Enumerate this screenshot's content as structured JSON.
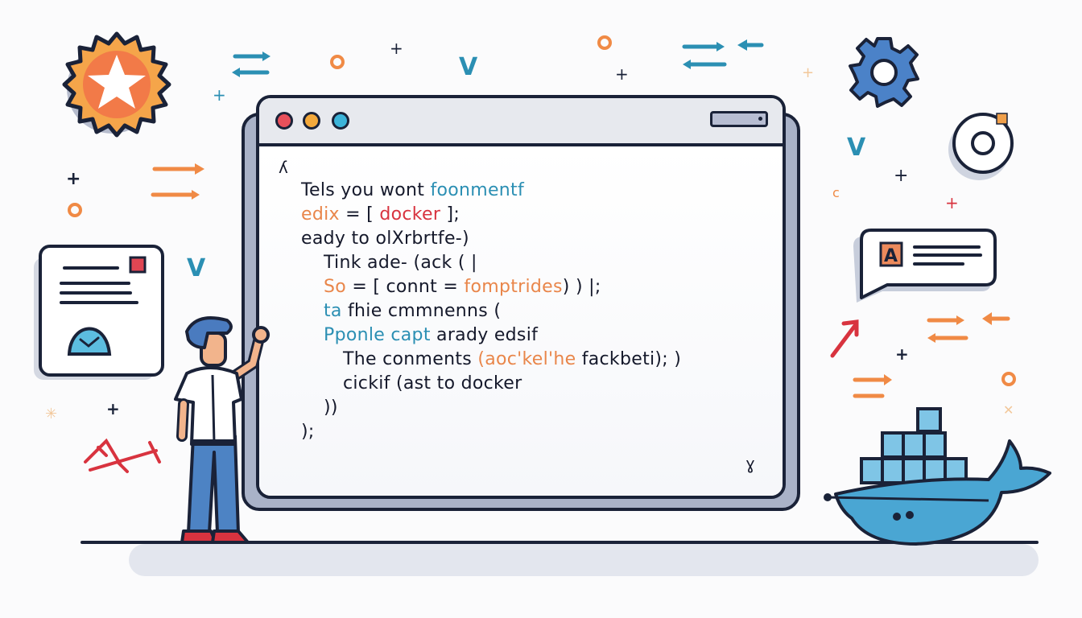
{
  "window": {
    "title_dots": [
      {
        "name": "close",
        "color": "#e8505b"
      },
      {
        "name": "minimize",
        "color": "#f4a93b"
      },
      {
        "name": "maximize",
        "color": "#3cb4d9"
      }
    ],
    "corner_mark_top": "ʎ",
    "corner_mark_bottom": "ɣ",
    "code_lines": [
      {
        "indent": 0,
        "parts": [
          {
            "text": "Tels you wont ",
            "color": "default"
          },
          {
            "text": "foonmentf",
            "color": "blue"
          }
        ]
      },
      {
        "indent": 0,
        "parts": [
          {
            "text": "edix",
            "color": "orange"
          },
          {
            "text": " = [ ",
            "color": "default"
          },
          {
            "text": "docker",
            "color": "red"
          },
          {
            "text": " ];",
            "color": "default"
          }
        ]
      },
      {
        "indent": 0,
        "parts": [
          {
            "text": "eady to olXrbrtfe-)",
            "color": "default"
          }
        ]
      },
      {
        "indent": 1,
        "parts": [
          {
            "text": "Tink ade- (ack ( |",
            "color": "default"
          }
        ]
      },
      {
        "indent": 1,
        "parts": [
          {
            "text": "So",
            "color": "orange"
          },
          {
            "text": " = [ connt = ",
            "color": "default"
          },
          {
            "text": "fomptrides",
            "color": "orange"
          },
          {
            "text": ") ) |;",
            "color": "default"
          }
        ]
      },
      {
        "indent": 1,
        "parts": [
          {
            "text": "ta",
            "color": "blue"
          },
          {
            "text": " fhie cmmnenns (",
            "color": "default"
          }
        ]
      },
      {
        "indent": 1,
        "parts": [
          {
            "text": "Pponle capt",
            "color": "blue"
          },
          {
            "text": " arady edsif",
            "color": "default"
          }
        ]
      },
      {
        "indent": 2,
        "parts": [
          {
            "text": "The conments ",
            "color": "default"
          },
          {
            "text": "(aoc'kel'he",
            "color": "orange"
          },
          {
            "text": " fackbeti); )",
            "color": "default"
          }
        ]
      },
      {
        "indent": 2,
        "parts": [
          {
            "text": "cickif (ast to docker",
            "color": "default"
          }
        ]
      },
      {
        "indent": 1,
        "parts": [
          {
            "text": "))",
            "color": "default"
          }
        ]
      },
      {
        "indent": 0,
        "parts": [
          {
            "text": ");",
            "color": "default"
          }
        ]
      }
    ]
  },
  "icons": {
    "badge": "star-badge",
    "gear": "gear",
    "disc": "cd-disc",
    "document": "document-card",
    "chat": "chat-bubble",
    "chat_letter": "A",
    "whale": "docker-whale",
    "person": "developer-person"
  },
  "colors": {
    "ink": "#1a2238",
    "accent_blue": "#2b8fb3",
    "accent_orange": "#f08a45",
    "accent_red": "#d8333f",
    "whale_blue": "#4aa6d3",
    "gear_blue": "#4b82c8",
    "window_shadow": "#a9b2c8"
  }
}
